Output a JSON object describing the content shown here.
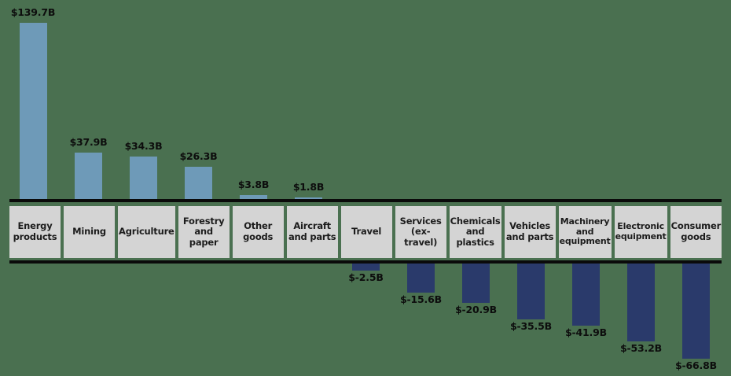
{
  "chart_data": {
    "type": "bar",
    "title": "",
    "subtitle": "",
    "xlabel": "",
    "ylabel": "",
    "grid": false,
    "legend": null,
    "orientation": "vertical",
    "value_unit": "billions of dollars",
    "positive_color": "#6e9ab8",
    "negative_color": "#2a3a6b",
    "background_color": "#4a7050",
    "axis_color": "#0a0a0a",
    "category_cell_color": "#d4d4d4",
    "ylim": [
      -66.8,
      139.7
    ],
    "categories": [
      "Energy products",
      "Mining",
      "Agriculture",
      "Forestry and paper",
      "Other goods",
      "Aircraft and parts",
      "Travel",
      "Services (ex-travel)",
      "Chemicals and plastics",
      "Vehicles and parts",
      "Machinery and equipment",
      "Electronic equipment",
      "Consumer goods"
    ],
    "values": [
      139.7,
      37.9,
      34.3,
      26.3,
      3.8,
      1.8,
      -2.5,
      -15.6,
      -20.9,
      -35.5,
      -41.9,
      -53.2,
      -66.8
    ],
    "value_labels": [
      "$139.7B",
      "$37.9B",
      "$34.3B",
      "$26.3B",
      "$3.8B",
      "$1.8B",
      "$-2.5B",
      "$-15.6B",
      "$-20.9B",
      "$-35.5B",
      "$-41.9B",
      "$-53.2B",
      "$-66.8B"
    ],
    "bars": [
      {
        "category": "Energy products",
        "label_line1": "Energy",
        "label_line2": "products",
        "value": 139.7,
        "value_label": "$139.7B",
        "sign": "positive"
      },
      {
        "category": "Mining",
        "label_line1": "Mining",
        "label_line2": "",
        "value": 37.9,
        "value_label": "$37.9B",
        "sign": "positive"
      },
      {
        "category": "Agriculture",
        "label_line1": "Agriculture",
        "label_line2": "",
        "value": 34.3,
        "value_label": "$34.3B",
        "sign": "positive"
      },
      {
        "category": "Forestry and paper",
        "label_line1": "Forestry",
        "label_line2": "and paper",
        "value": 26.3,
        "value_label": "$26.3B",
        "sign": "positive"
      },
      {
        "category": "Other goods",
        "label_line1": "Other",
        "label_line2": "goods",
        "value": 3.8,
        "value_label": "$3.8B",
        "sign": "positive"
      },
      {
        "category": "Aircraft and parts",
        "label_line1": "Aircraft",
        "label_line2": "and parts",
        "value": 1.8,
        "value_label": "$1.8B",
        "sign": "positive"
      },
      {
        "category": "Travel",
        "label_line1": "Travel",
        "label_line2": "",
        "value": -2.5,
        "value_label": "$-2.5B",
        "sign": "negative"
      },
      {
        "category": "Services (ex-travel)",
        "label_line1": "Services",
        "label_line2": "(ex-travel)",
        "value": -15.6,
        "value_label": "$-15.6B",
        "sign": "negative"
      },
      {
        "category": "Chemicals and plastics",
        "label_line1": "Chemicals",
        "label_line2": "and plastics",
        "value": -20.9,
        "value_label": "$-20.9B",
        "sign": "negative"
      },
      {
        "category": "Vehicles and parts",
        "label_line1": "Vehicles",
        "label_line2": "and parts",
        "value": -35.5,
        "value_label": "$-35.5B",
        "sign": "negative"
      },
      {
        "category": "Machinery and equipment",
        "label_line1": "Machinery",
        "label_line2": "and equipment",
        "value": -41.9,
        "value_label": "$-41.9B",
        "sign": "negative"
      },
      {
        "category": "Electronic equipment",
        "label_line1": "Electronic",
        "label_line2": "equipment",
        "value": -53.2,
        "value_label": "$-53.2B",
        "sign": "negative"
      },
      {
        "category": "Consumer goods",
        "label_line1": "Consumer",
        "label_line2": "goods",
        "value": -66.8,
        "value_label": "$-66.8B",
        "sign": "negative"
      }
    ]
  }
}
